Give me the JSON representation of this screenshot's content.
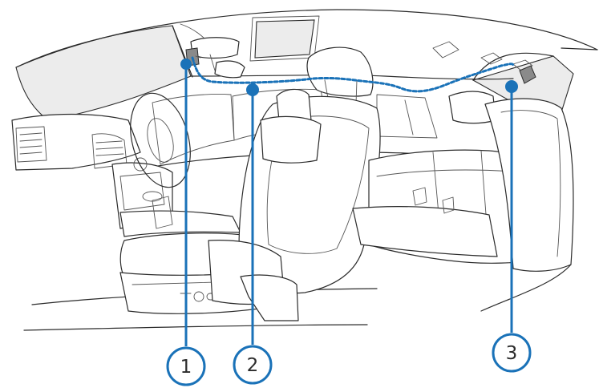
{
  "callouts": [
    {
      "label": "1"
    },
    {
      "label": "2"
    },
    {
      "label": "3"
    }
  ],
  "colors": {
    "accent": "#1a72b8",
    "line": "#2b2b2b",
    "glass": "#ececec"
  }
}
